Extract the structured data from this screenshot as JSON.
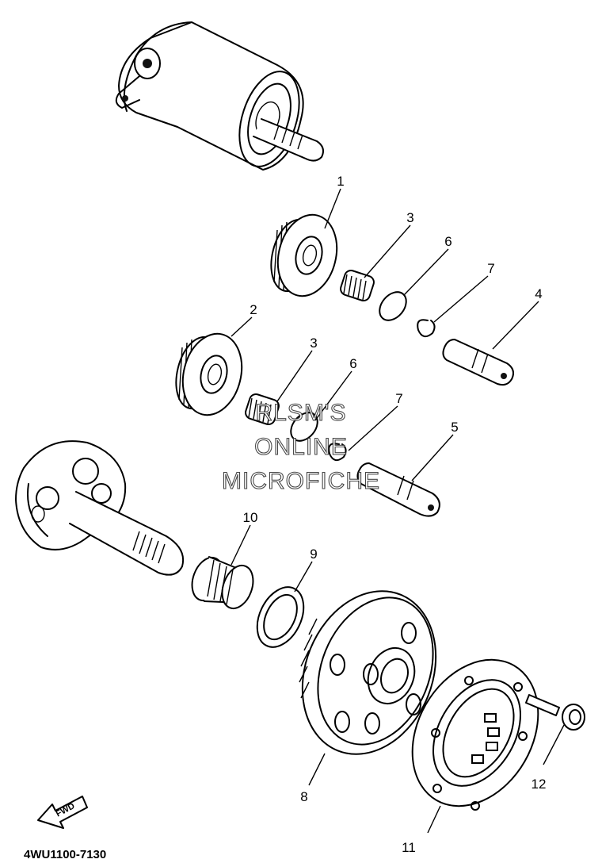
{
  "diagram_code": "4WU1100-7130",
  "fwd_label": "FWD",
  "watermark": [
    "RLSM'S",
    "ONLINE",
    "MICROFICHE"
  ],
  "callouts": [
    {
      "id": "c1",
      "text": "1"
    },
    {
      "id": "c2",
      "text": "2"
    },
    {
      "id": "c3a",
      "text": "3"
    },
    {
      "id": "c3b",
      "text": "3"
    },
    {
      "id": "c4",
      "text": "4"
    },
    {
      "id": "c5",
      "text": "5"
    },
    {
      "id": "c6a",
      "text": "6"
    },
    {
      "id": "c6b",
      "text": "6"
    },
    {
      "id": "c7a",
      "text": "7"
    },
    {
      "id": "c7b",
      "text": "7"
    },
    {
      "id": "c8",
      "text": "8"
    },
    {
      "id": "c9",
      "text": "9"
    },
    {
      "id": "c10",
      "text": "10"
    },
    {
      "id": "c11",
      "text": "11"
    },
    {
      "id": "c12",
      "text": "12"
    }
  ]
}
